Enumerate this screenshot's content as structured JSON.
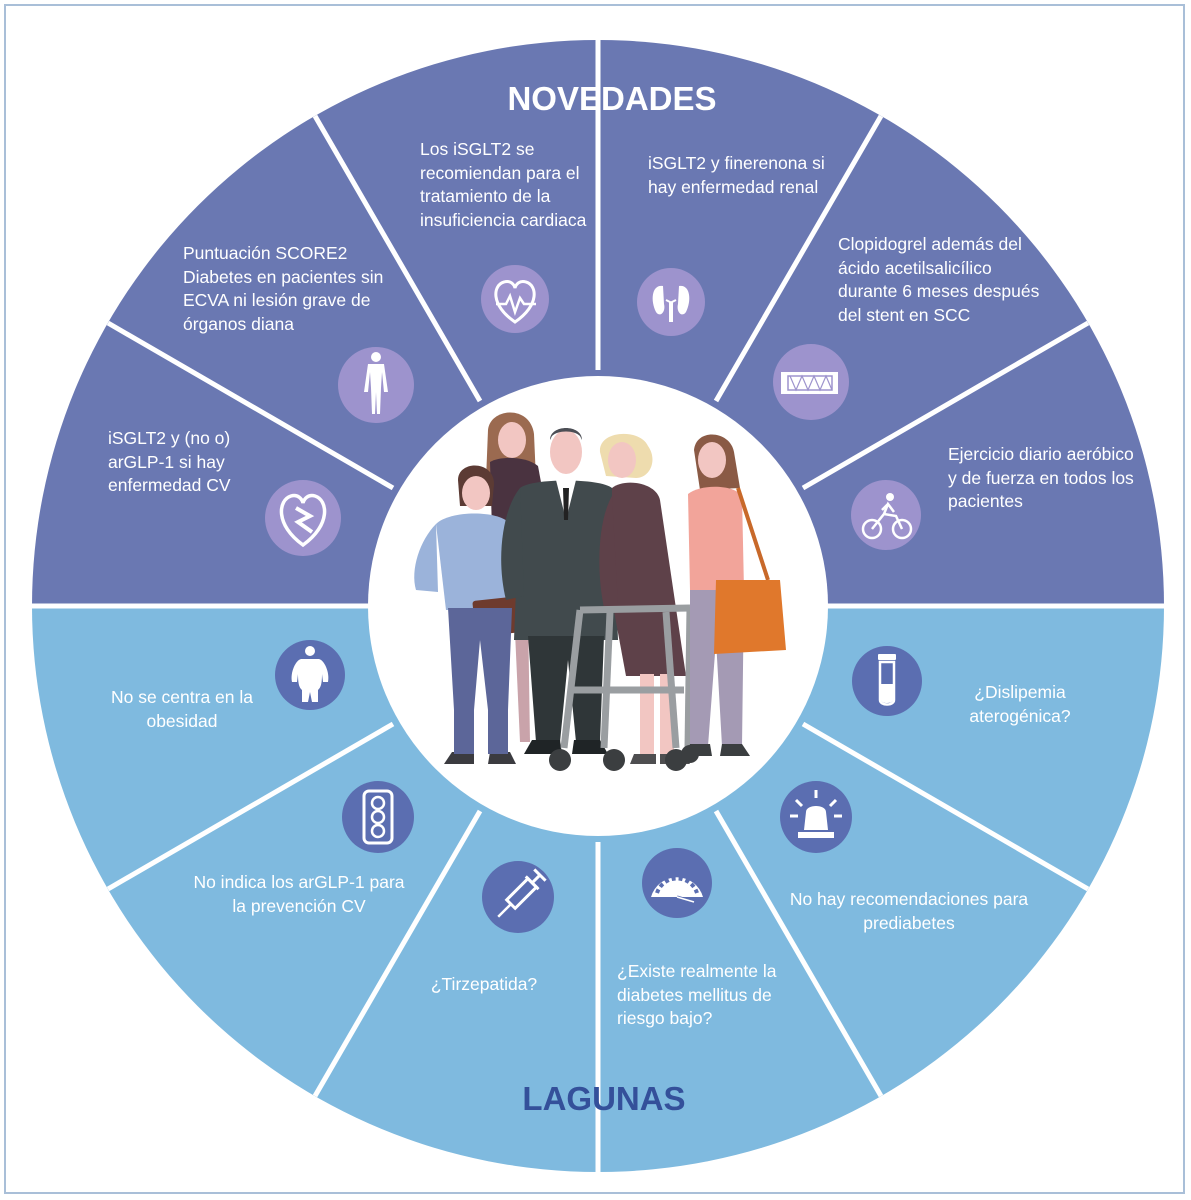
{
  "colors": {
    "top": "#6a78b2",
    "bottom": "#7fbadf",
    "divider": "#ffffff",
    "icon_top": "#9d93cd",
    "icon_bottom": "#5b6eb1",
    "title_top": "#ffffff",
    "title_bottom": "#34509a"
  },
  "titles": {
    "top": "NOVEDADES",
    "bottom": "LAGUNAS"
  },
  "novedades": {
    "heart_failure": "Los iSGLT2 se recomiendan para el tratamiento de la insuficiencia cardiaca",
    "kidney": "iSGLT2 y finerenona si hay enfermedad renal",
    "score2": "Puntuación SCORE2 Diabetes en pacientes sin ECVA ni lesión grave de órganos diana",
    "clopidogrel": "Clopidogrel además del ácido acetilsalicílico durante 6 meses después del stent en SCC",
    "cv_disease": "iSGLT2 y (no o) arGLP-1 si hay enfermedad CV",
    "exercise": "Ejercicio diario aeróbico y de fuerza en todos los pacientes"
  },
  "lagunas": {
    "obesity": "No se centra en la obesidad",
    "dyslipidemia": "¿Dislipemia aterogénica?",
    "glp1_prevention": "No indica los arGLP-1 para la prevención CV",
    "prediabetes": "No hay recomendaciones para prediabetes",
    "tirzepatide": "¿Tirzepatida?",
    "low_risk": "¿Existe realmente la diabetes mellitus de riesgo bajo?"
  },
  "icons": {
    "heart_failure": "heart-ecg-icon",
    "kidney": "kidney-icon",
    "score2": "human-body-icon",
    "clopidogrel": "stent-icon",
    "cv_disease": "broken-heart-icon",
    "exercise": "cyclist-icon",
    "obesity": "obese-person-icon",
    "dyslipidemia": "test-tube-icon",
    "glp1_prevention": "traffic-light-icon",
    "prediabetes": "alarm-light-icon",
    "tirzepatide": "syringe-icon",
    "low_risk": "gauge-icon"
  }
}
